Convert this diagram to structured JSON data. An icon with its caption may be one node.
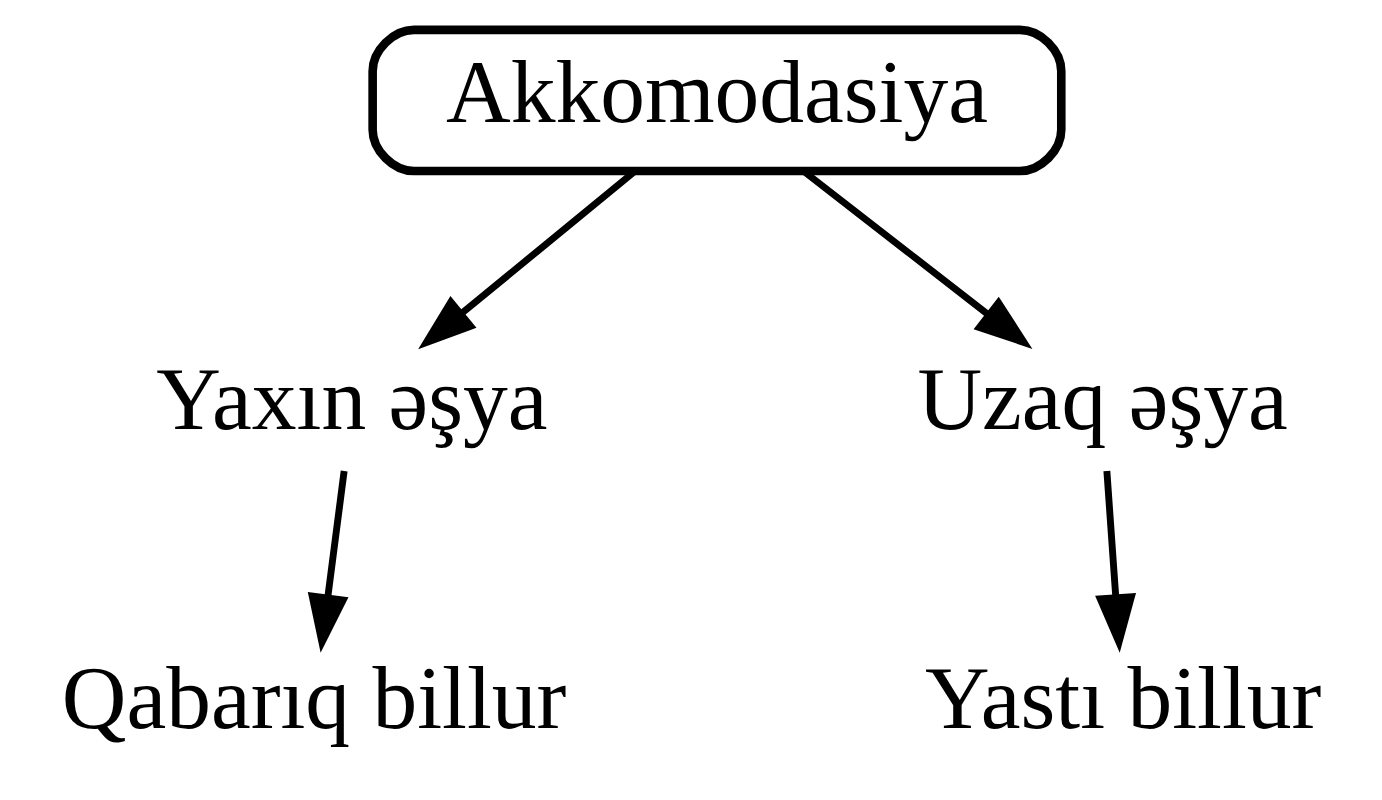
{
  "diagram": {
    "nodes": [
      {
        "text": [
          "Akkomodasiya"
        ]
      },
      {
        "text": [
          "Yaxın əşya"
        ]
      },
      {
        "text": [
          "Uzaq əşya"
        ]
      },
      {
        "text": [
          "Qabarıq billur"
        ]
      },
      {
        "text": [
          "Yastı billur"
        ]
      }
    ],
    "edges": [
      {
        "from": 0,
        "to": 1,
        "arrow": "to"
      },
      {
        "from": 0,
        "to": 2,
        "arrow": "to"
      },
      {
        "from": 1,
        "to": 3,
        "arrow": "to"
      },
      {
        "from": 2,
        "to": 4,
        "arrow": "to"
      }
    ]
  }
}
